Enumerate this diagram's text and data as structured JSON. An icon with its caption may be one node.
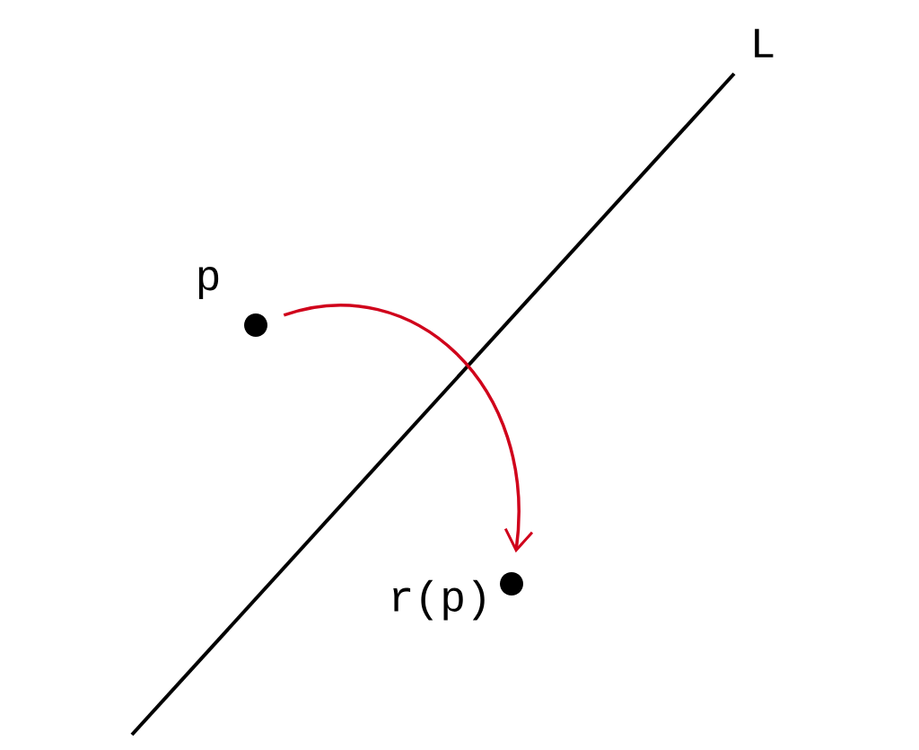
{
  "diagram": {
    "nodes": [
      {
        "text": [],
        "shape": "circle",
        "beside": [
          "p"
        ]
      },
      {
        "text": [],
        "shape": "circle",
        "beside": [
          "r(p)"
        ]
      }
    ],
    "edges": [
      {
        "from": 0,
        "to": 1,
        "arrow": "to",
        "color": "#d0021b"
      }
    ],
    "labels": [
      "L"
    ]
  }
}
